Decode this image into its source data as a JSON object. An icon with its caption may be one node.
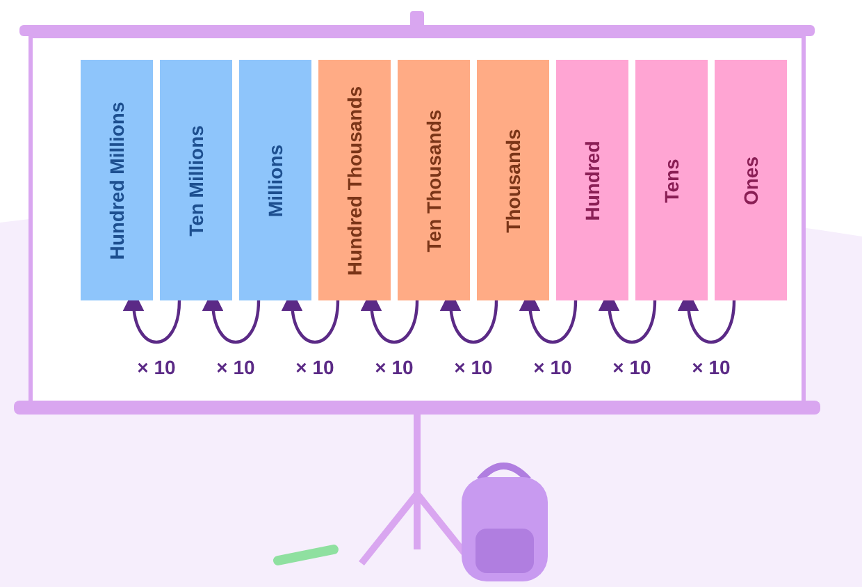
{
  "diagram": {
    "nodes": [
      {
        "text": [
          "Hundred Millions"
        ]
      },
      {
        "text": [
          "Ten Millions"
        ]
      },
      {
        "text": [
          "Millions"
        ]
      },
      {
        "text": [
          "Hundred Thousands"
        ]
      },
      {
        "text": [
          "Ten Thousands"
        ]
      },
      {
        "text": [
          "Thousands"
        ]
      },
      {
        "text": [
          "Hundred"
        ]
      },
      {
        "text": [
          "Tens"
        ]
      },
      {
        "text": [
          "Ones"
        ]
      }
    ],
    "edges": [
      {
        "from": 1,
        "to": 0,
        "arrow": "to",
        "label": "× 10"
      },
      {
        "from": 2,
        "to": 1,
        "arrow": "to",
        "label": "× 10"
      },
      {
        "from": 3,
        "to": 2,
        "arrow": "to",
        "label": "× 10"
      },
      {
        "from": 4,
        "to": 3,
        "arrow": "to",
        "label": "× 10"
      },
      {
        "from": 5,
        "to": 4,
        "arrow": "to",
        "label": "× 10"
      },
      {
        "from": 6,
        "to": 5,
        "arrow": "to",
        "label": "× 10"
      },
      {
        "from": 7,
        "to": 6,
        "arrow": "to",
        "label": "× 10"
      },
      {
        "from": 8,
        "to": 7,
        "arrow": "to",
        "label": "× 10"
      }
    ]
  }
}
